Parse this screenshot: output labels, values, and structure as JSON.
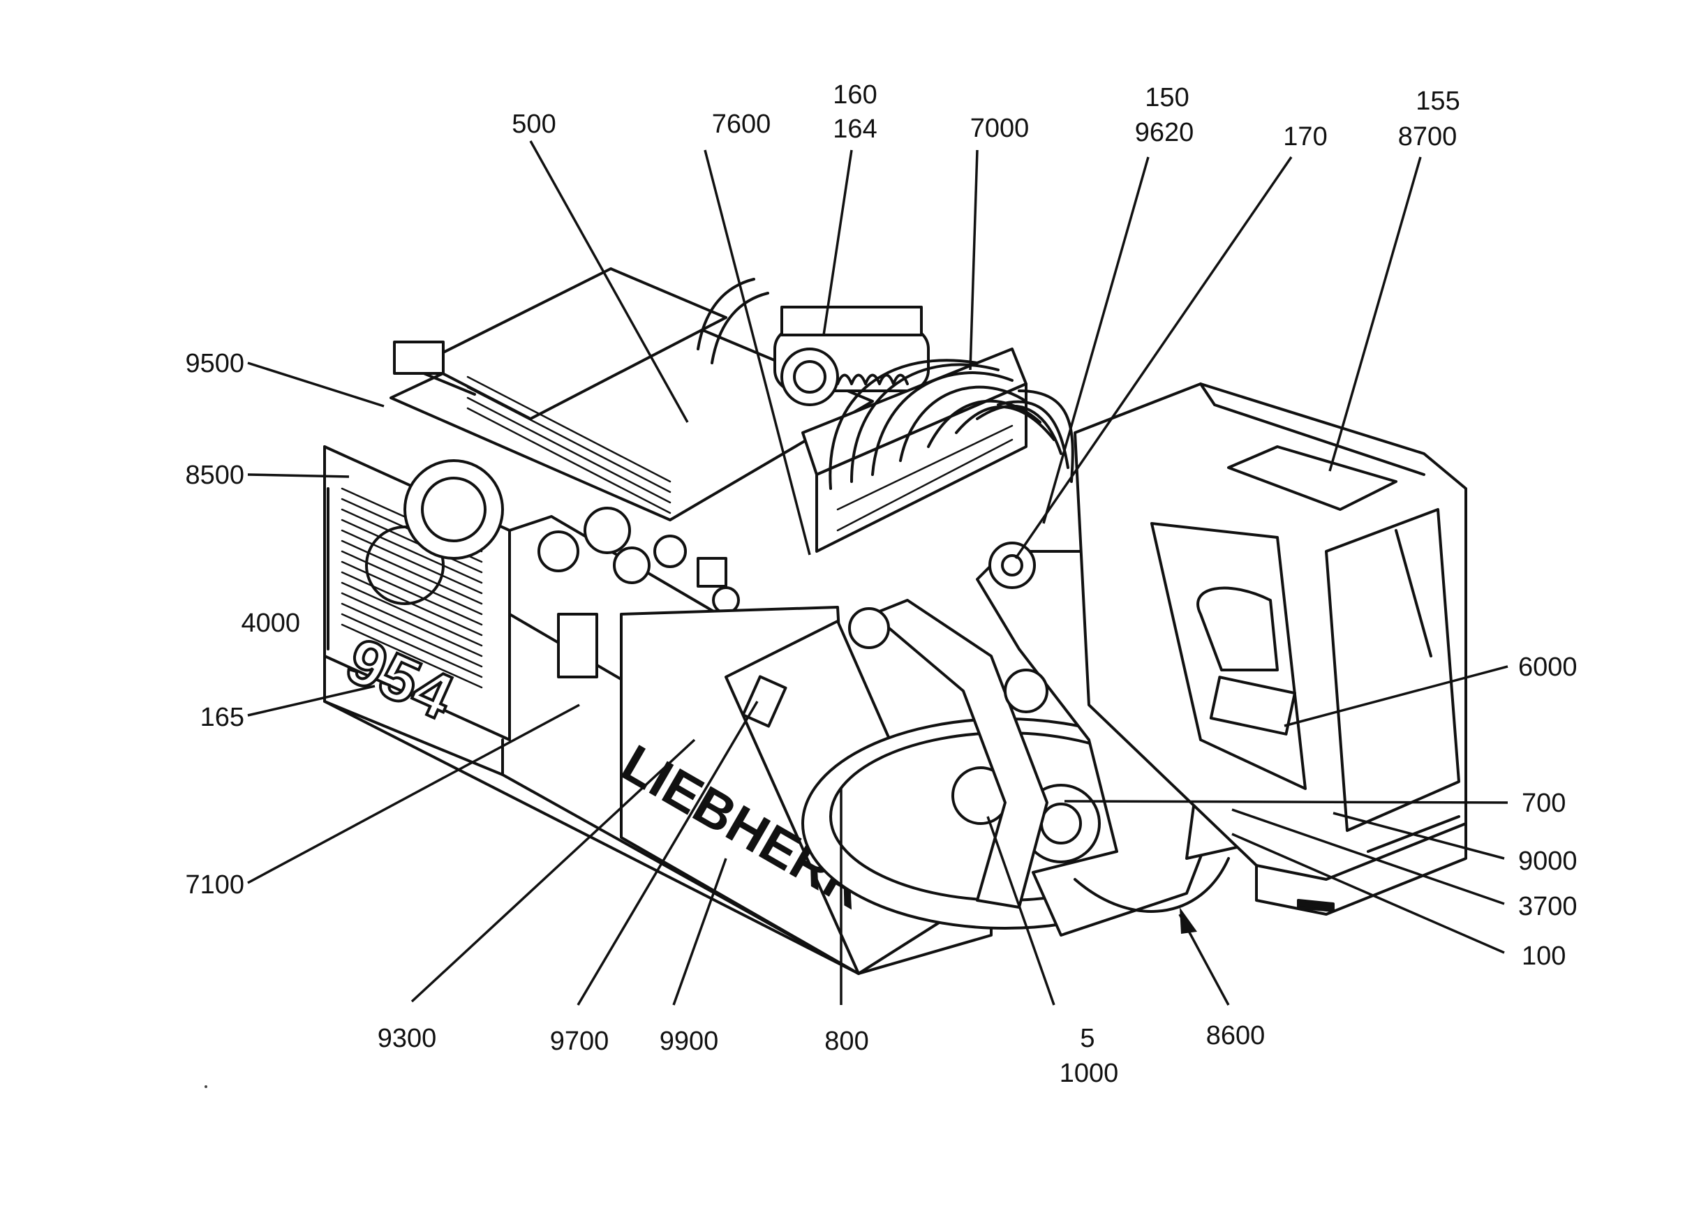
{
  "labels": {
    "l500": "500",
    "l7600": "7600",
    "l160": "160",
    "l164": "164",
    "l7000": "7000",
    "l150": "150",
    "l9620": "9620",
    "l170": "170",
    "l155": "155",
    "l8700": "8700",
    "l9500": "9500",
    "l8500": "8500",
    "l4000": "4000",
    "l165": "165",
    "l7100": "7100",
    "l6000": "6000",
    "l700": "700",
    "l9000": "9000",
    "l3700": "3700",
    "l100": "100",
    "l9300": "9300",
    "l9700": "9700",
    "l9900": "9900",
    "l800": "800",
    "l5": "5",
    "l1000": "1000",
    "l8600": "8600"
  },
  "branding": {
    "model": "954",
    "maker": "LIEBHERR"
  }
}
